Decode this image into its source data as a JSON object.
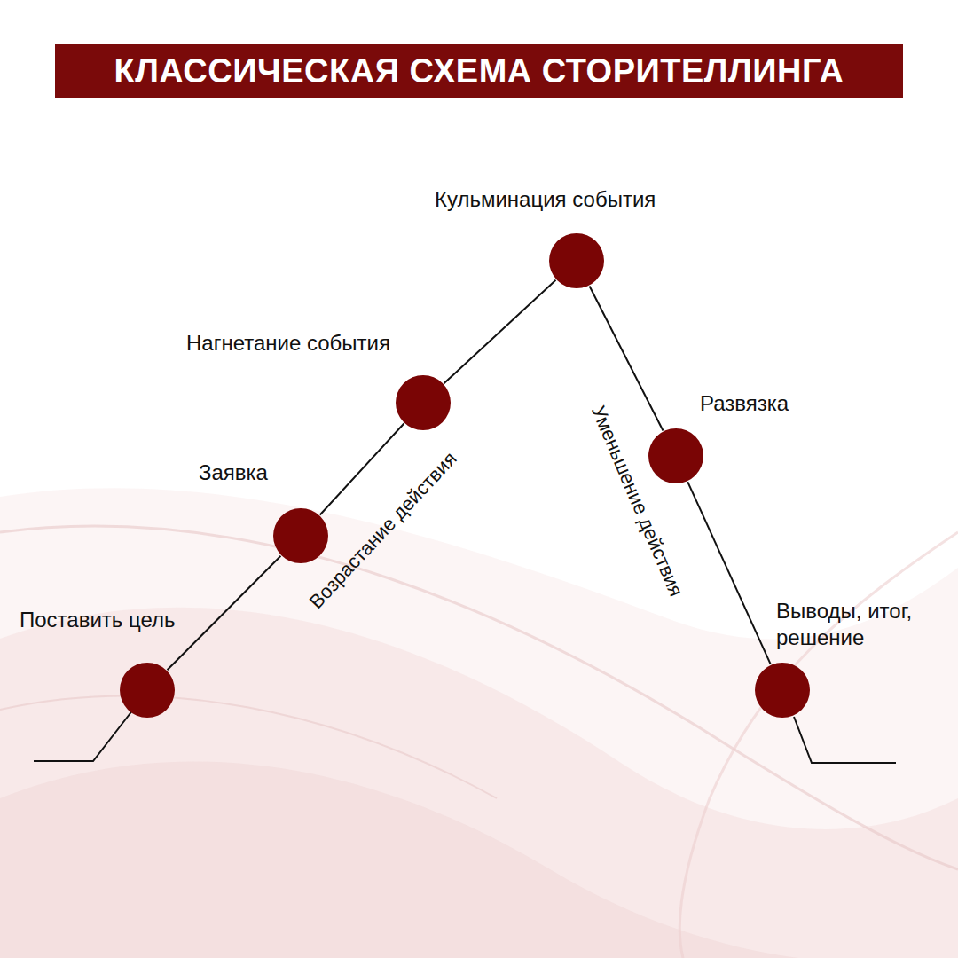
{
  "diagram": {
    "title": "КЛАССИЧЕСКАЯ СХЕМА СТОРИТЕЛЛИНГА",
    "nodes": [
      {
        "text": [
          "Поставить цель"
        ]
      },
      {
        "text": [
          "Заявка"
        ]
      },
      {
        "text": [
          "Нагнетание события"
        ]
      },
      {
        "text": [
          "Кульминация события"
        ]
      },
      {
        "text": [
          "Развязка"
        ]
      },
      {
        "text": [
          "Выводы, итог, решение"
        ]
      }
    ],
    "edges": [
      {
        "from": 0,
        "to": 1,
        "arrow": "none"
      },
      {
        "from": 1,
        "to": 2,
        "arrow": "none"
      },
      {
        "from": 2,
        "to": 3,
        "arrow": "none"
      },
      {
        "from": 3,
        "to": 4,
        "arrow": "none"
      },
      {
        "from": 4,
        "to": 5,
        "arrow": "none"
      }
    ],
    "labels": [
      "Возрастание действия",
      "Уменьшение действия"
    ]
  }
}
